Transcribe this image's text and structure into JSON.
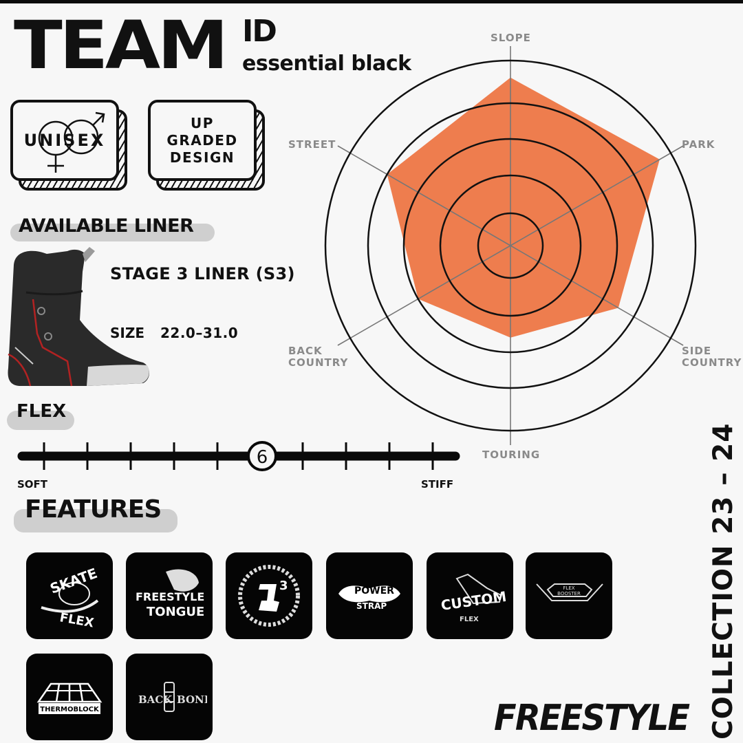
{
  "header": {
    "title": "TEAM",
    "title_superscript": "ID",
    "subtitle": "essential black"
  },
  "badges": {
    "unisex": "UNISEX",
    "upgraded_lines": [
      "UP",
      "GRADED",
      "DESIGN"
    ]
  },
  "liner": {
    "section_label": "AVAILABLE LINER",
    "name": "STAGE 3 LINER (S3)",
    "size_label": "SIZE",
    "size_value": "22.0–31.0"
  },
  "flex": {
    "section_label": "FLEX",
    "value": "6",
    "min_label": "SOFT",
    "max_label": "STIFF",
    "scale_positions": 10
  },
  "features": {
    "section_label": "FEATURES",
    "items": [
      {
        "name": "SKATE FLEX",
        "icon": "skate-flex-icon"
      },
      {
        "name": "FREESTYLE TONGUE",
        "icon": "freestyle-tongue-icon"
      },
      {
        "name": "J3",
        "icon": "j3-icon"
      },
      {
        "name": "POWER STRAP",
        "icon": "power-strap-icon"
      },
      {
        "name": "CUSTOM FLEX",
        "icon": "custom-flex-icon"
      },
      {
        "name": "FLEX BOOSTER",
        "icon": "flex-booster-icon"
      },
      {
        "name": "THERMOBLOCK",
        "icon": "thermoblock-icon"
      },
      {
        "name": "BACKBONE",
        "icon": "backbone-icon"
      }
    ]
  },
  "footer": {
    "category": "FREESTYLE",
    "collection": "COLLECTION 23 – 24"
  },
  "colors": {
    "background": "#f7f7f7",
    "accent": "#ee7d4e",
    "ink": "#111111",
    "axis_label": "#8a8a8a"
  },
  "chart_data": {
    "type": "radar",
    "title": "",
    "categories": [
      "SLOPE",
      "PARK",
      "SIDE COUNTRY",
      "TOURING",
      "BACK COUNTRY",
      "STREET"
    ],
    "series": [
      {
        "name": "TEAM ID essential black",
        "values": [
          4.6,
          4.7,
          3.5,
          2.6,
          3.0,
          4.0
        ],
        "color": "#ee7d4e"
      }
    ],
    "rlim": [
      0,
      5
    ],
    "rings": 5,
    "grid": true
  }
}
